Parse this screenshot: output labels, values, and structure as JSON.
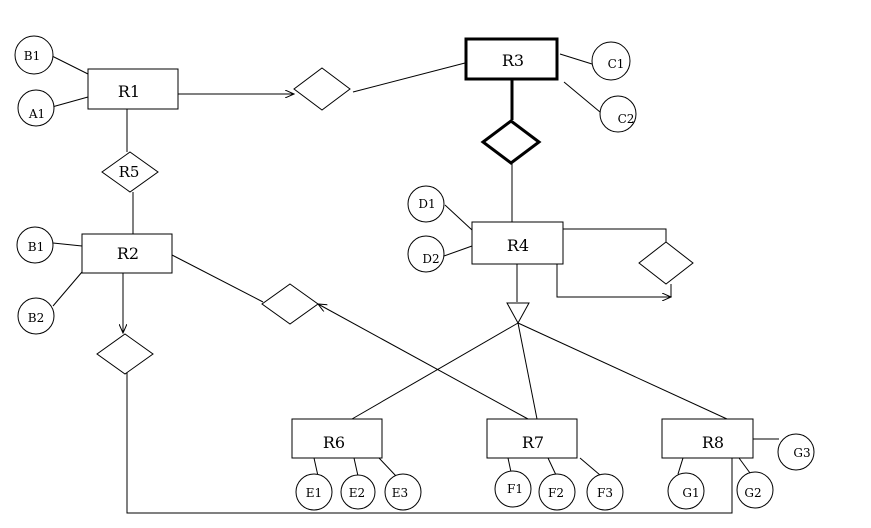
{
  "entities": {
    "r1": "R1",
    "r2": "R2",
    "r3": "R3",
    "r4": "R4",
    "r6": "R6",
    "r7": "R7",
    "r8": "R8"
  },
  "relationships": {
    "r5": "R5"
  },
  "attributes": {
    "b1_top": "B1",
    "a1": "A1",
    "b1_r2": "B1",
    "b2": "B2",
    "c1": "C1",
    "c2": "C2",
    "d1": "D1",
    "d2": "D2",
    "e1": "E1",
    "e2": "E2",
    "e3": "E3",
    "f1": "F1",
    "f2": "F2",
    "f3": "F3",
    "g1": "G1",
    "g2": "G2",
    "g3": "G3"
  }
}
